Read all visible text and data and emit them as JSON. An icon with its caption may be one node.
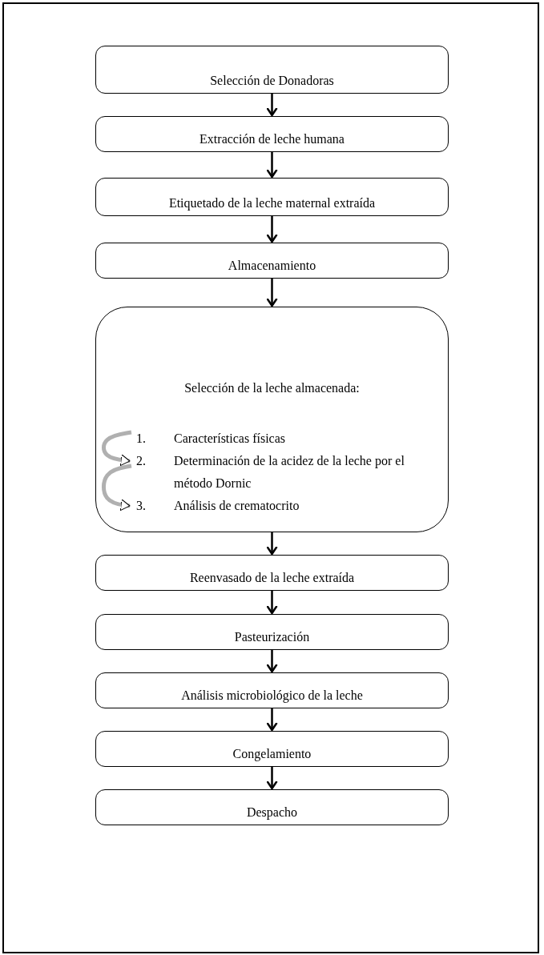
{
  "diagram": {
    "nodes": [
      {
        "text": [
          "Selección de Donadoras"
        ]
      },
      {
        "text": [
          "Extracción de leche humana"
        ]
      },
      {
        "text": [
          "Etiquetado de la leche maternal extraída"
        ]
      },
      {
        "text": [
          "Almacenamiento"
        ]
      },
      {
        "text": [
          "Selección de la leche almacenada:"
        ]
      },
      {
        "text": [
          "1.",
          "Características físicas"
        ],
        "in": 4
      },
      {
        "text": [
          "2.",
          "Determinación de la acidez de la leche por el método Dornic"
        ],
        "in": 4
      },
      {
        "text": [
          "3.",
          "Análisis de crematocrito"
        ],
        "in": 4
      },
      {
        "text": [
          "Reenvasado de la leche extraída"
        ]
      },
      {
        "text": [
          "Pasteurización"
        ]
      },
      {
        "text": [
          "Análisis microbiológico de la leche"
        ]
      },
      {
        "text": [
          "Congelamiento"
        ]
      },
      {
        "text": [
          "Despacho"
        ]
      }
    ],
    "edges": [
      {
        "from": 0,
        "to": 1,
        "arrow": "to"
      },
      {
        "from": 1,
        "to": 2,
        "arrow": "to"
      },
      {
        "from": 2,
        "to": 3,
        "arrow": "to"
      },
      {
        "from": 3,
        "to": 4,
        "arrow": "to"
      },
      {
        "from": 5,
        "to": 6,
        "arrow": "to",
        "color": "#b0b0b0",
        "style": "thick"
      },
      {
        "from": 6,
        "to": 7,
        "arrow": "to",
        "color": "#b0b0b0",
        "style": "thick"
      },
      {
        "from": 4,
        "to": 8,
        "arrow": "to"
      },
      {
        "from": 8,
        "to": 9,
        "arrow": "to"
      },
      {
        "from": 9,
        "to": 10,
        "arrow": "to"
      },
      {
        "from": 10,
        "to": 11,
        "arrow": "to"
      },
      {
        "from": 11,
        "to": 12,
        "arrow": "to"
      }
    ]
  }
}
